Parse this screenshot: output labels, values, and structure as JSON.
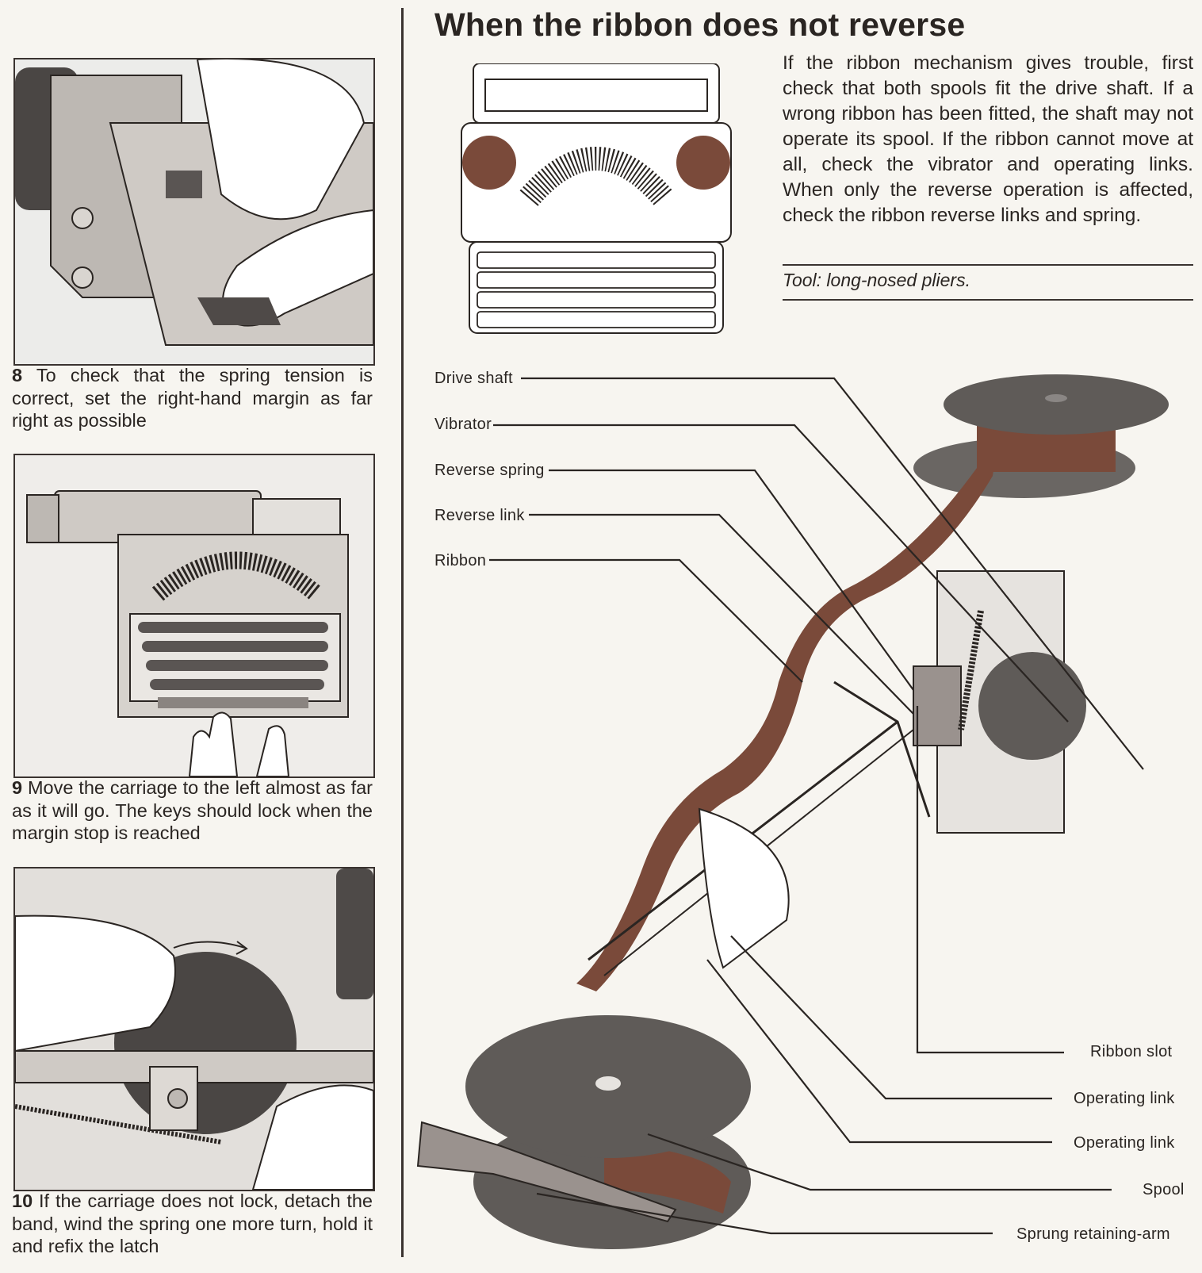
{
  "heading": "When the ribbon does not reverse",
  "intro": "If the ribbon mechanism gives trouble, first check that both spools fit the drive shaft. If a wrong ribbon has been fitted, the shaft may not operate its spool. If the ribbon cannot move at all, check the vibrator and operating links. When only the reverse operation is affected, check the ribbon reverse links and spring.",
  "tool": "Tool: long-nosed pliers.",
  "steps": [
    {
      "number": "8",
      "text": "To check that the spring tension is correct, set the right-hand margin as far right as possible"
    },
    {
      "number": "9",
      "text": "Move the carriage to the left almost as far as it will go. The keys should lock when the margin stop is reached"
    },
    {
      "number": "10",
      "text": "If the carriage does not lock, detach the band, wind the spring one more turn, hold it and refix the latch"
    }
  ],
  "labels_left": [
    "Drive shaft",
    "Vibrator",
    "Reverse spring",
    "Reverse link",
    "Ribbon"
  ],
  "labels_right": [
    "Ribbon slot",
    "Operating link",
    "Operating link",
    "Spool",
    "Sprung retaining-arm"
  ],
  "colors": {
    "ribbon": "#7a4a3a",
    "spool": "#5f5b58",
    "paper": "#f7f5f0",
    "ink": "#2a2522"
  }
}
